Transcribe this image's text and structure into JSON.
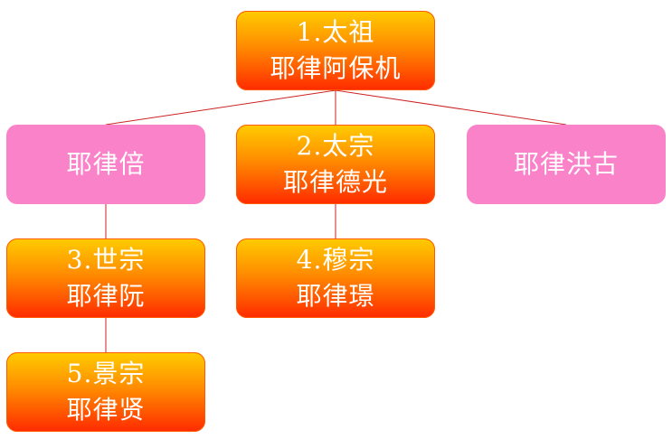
{
  "diagram": {
    "line_color": "#cc2222",
    "emperor_colors": {
      "top": "#ffcc00",
      "bottom": "#ff2a00"
    },
    "prince_color": "#fa82c8",
    "nodes": {
      "taizu": {
        "line1": "1.太祖",
        "line2": "耶律阿保机"
      },
      "bei": {
        "line1": "耶律倍"
      },
      "taizong": {
        "line1": "2.太宗",
        "line2": "耶律德光"
      },
      "honggu": {
        "line1": "耶律洪古"
      },
      "shizong": {
        "line1": "3.世宗",
        "line2": "耶律阮"
      },
      "muzong": {
        "line1": "4.穆宗",
        "line2": "耶律璟"
      },
      "jingzong": {
        "line1": "5.景宗",
        "line2": "耶律贤"
      }
    }
  }
}
